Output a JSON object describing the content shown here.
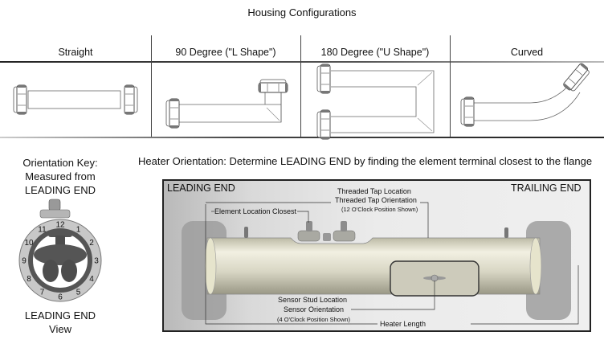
{
  "housing": {
    "title": "Housing Configurations",
    "configs": [
      {
        "label": "Straight"
      },
      {
        "label": "90 Degree (\"L Shape\")"
      },
      {
        "label": "180 Degree (\"U Shape\")"
      },
      {
        "label": "Curved"
      }
    ]
  },
  "orientation_key": {
    "line1": "Orientation Key:",
    "line2": "Measured from",
    "line3": "LEADING END",
    "footer1": "LEADING END",
    "footer2": "View",
    "clock_numbers": [
      "12",
      "1",
      "2",
      "3",
      "4",
      "5",
      "6",
      "7",
      "8",
      "9",
      "10",
      "11"
    ]
  },
  "heater": {
    "title": "Heater Orientation: Determine LEADING END by finding the element terminal closest to the flange",
    "leading_end": "LEADING  END",
    "trailing_end": "TRAILING  END",
    "labels": {
      "threaded_tap_location": "Threaded Tap Location",
      "threaded_tap_orientation": "Threaded Tap Orientation",
      "threaded_tap_note": "(12 O'Clock Position Shown)",
      "element_location": "Element Location Closest",
      "sensor_stud_location": "Sensor Stud Location",
      "sensor_orientation": "Sensor Orientation",
      "sensor_note": "(4 O'Clock Position Shown)",
      "heater_length": "Heater Length"
    }
  }
}
